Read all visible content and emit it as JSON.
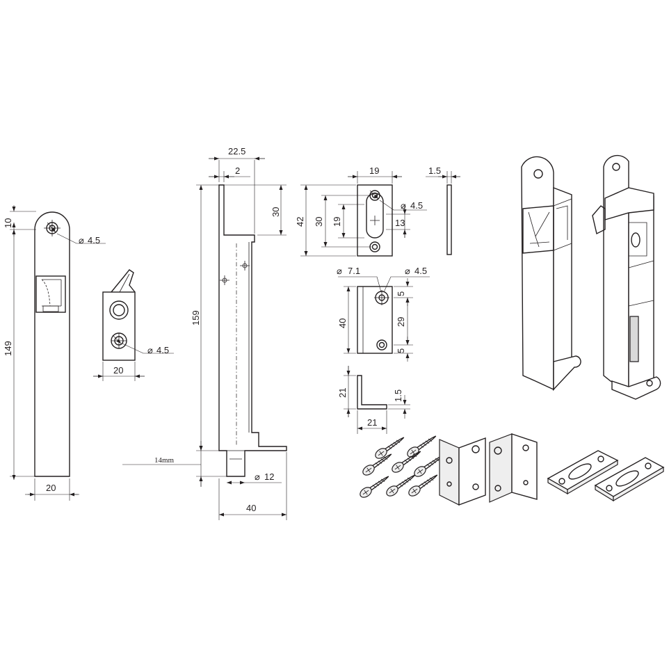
{
  "views": {
    "front": {
      "dim_top": "10",
      "dim_height": "149",
      "dim_width": "20",
      "dim_hole": "4.5"
    },
    "keeper": {
      "dim_hole": "4.5",
      "dim_width": "20"
    },
    "side": {
      "dim_top_width": "22.5",
      "dim_wall": "2",
      "dim_top_section": "30",
      "dim_height": "159",
      "dim_pin_length": "14mm",
      "dim_pin_dia": "12",
      "dim_base": "40"
    },
    "strike_plate": {
      "dim_width": "19",
      "dim_hole": "4.5",
      "dim_height_outer": "42",
      "dim_height_mid": "30",
      "dim_slot": "19",
      "dim_slot_width": "13"
    },
    "plate_thickness": {
      "dim_thick": "1.5"
    },
    "angle_bracket": {
      "dim_big_hole": "7.1",
      "dim_small_hole": "4.5",
      "dim_height": "40",
      "dim_top_offset": "5",
      "dim_hole_spacing": "29",
      "dim_bottom_offset": "5"
    },
    "angle_profile": {
      "dim_leg_height": "21",
      "dim_thick": "1.5",
      "dim_leg_width": "21"
    }
  },
  "symbols": {
    "diameter": "⌀"
  }
}
